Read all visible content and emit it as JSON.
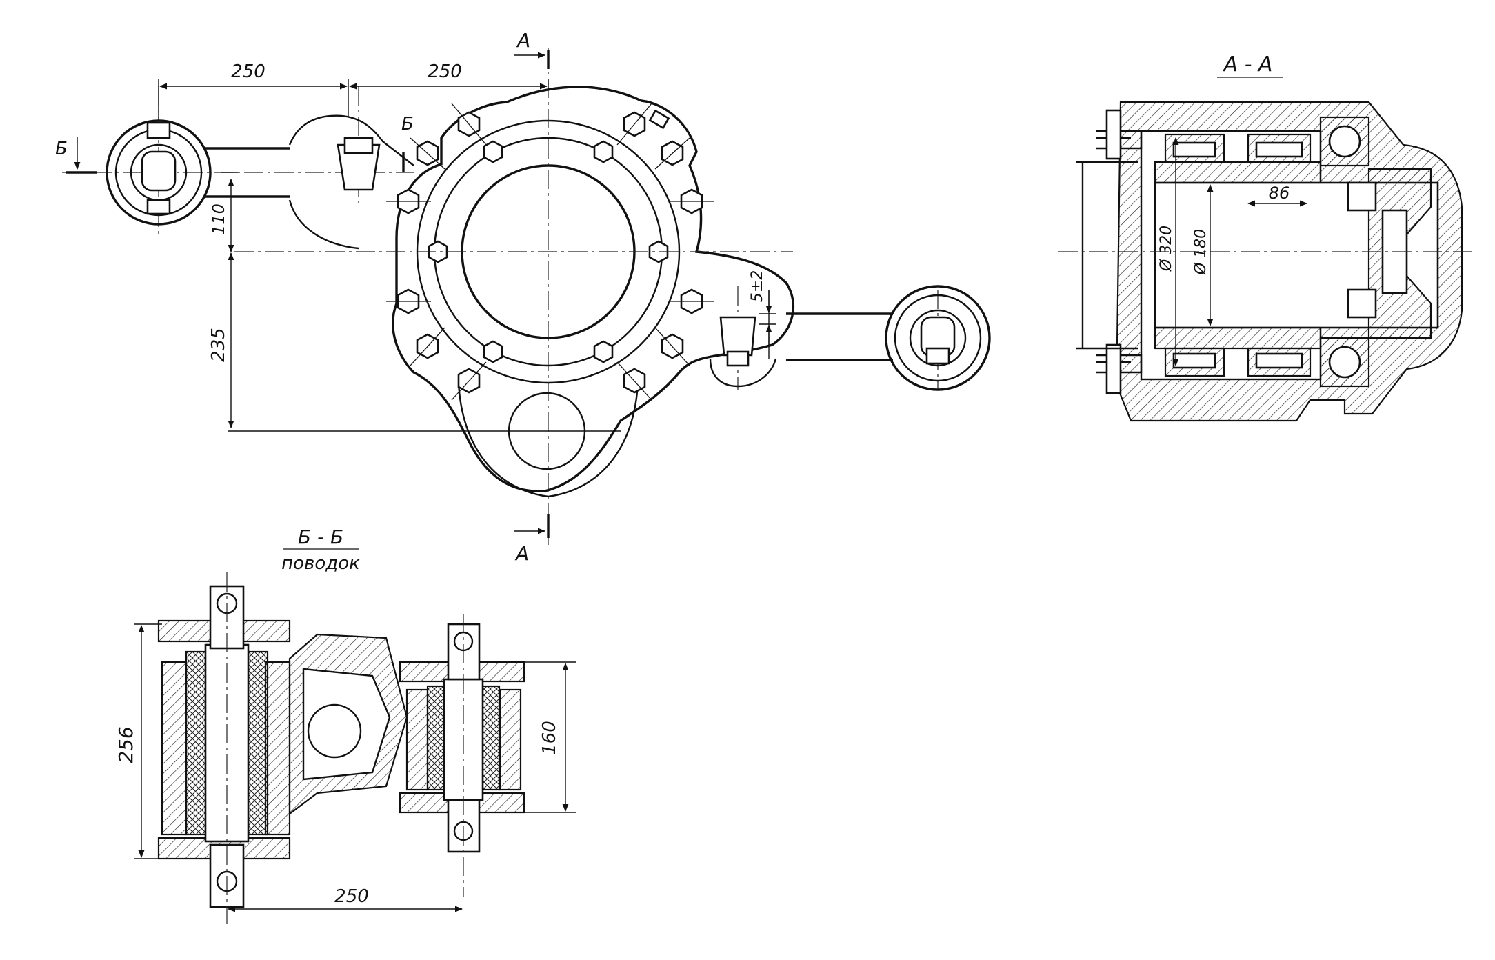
{
  "main_view": {
    "section_mark_top": "А",
    "section_mark_bottom": "А",
    "section_mark_left": "Б",
    "section_mark_mid": "Б",
    "dim_250_left": "250",
    "dim_250_right": "250",
    "dim_110": "110",
    "dim_235": "235",
    "dim_5pm2": "5±2"
  },
  "section_aa": {
    "title": "А - А",
    "dim_86": "86",
    "dim_d320": "Ø 320",
    "dim_d180": "Ø 180"
  },
  "section_bb": {
    "title": "Б - Б",
    "subtitle": "поводок",
    "dim_256": "256",
    "dim_160": "160",
    "dim_250": "250"
  }
}
